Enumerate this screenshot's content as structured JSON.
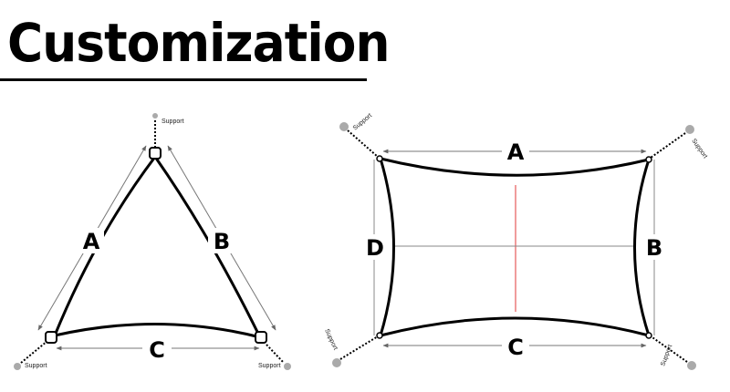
{
  "title": "Customization",
  "triangle": {
    "labels": {
      "a": "A",
      "b": "B",
      "c": "C"
    },
    "supports": {
      "top": "Support",
      "bottom_left": "Support",
      "bottom_right": "Support"
    }
  },
  "rectangle": {
    "labels": {
      "a": "A",
      "b": "B",
      "c": "C",
      "d": "D"
    },
    "supports": {
      "top_left": "Support",
      "top_right": "Support",
      "bottom_left": "Support",
      "bottom_right": "Support"
    },
    "colors": {
      "center_vertical": "#e03a3a",
      "center_horizontal": "#888888"
    }
  }
}
